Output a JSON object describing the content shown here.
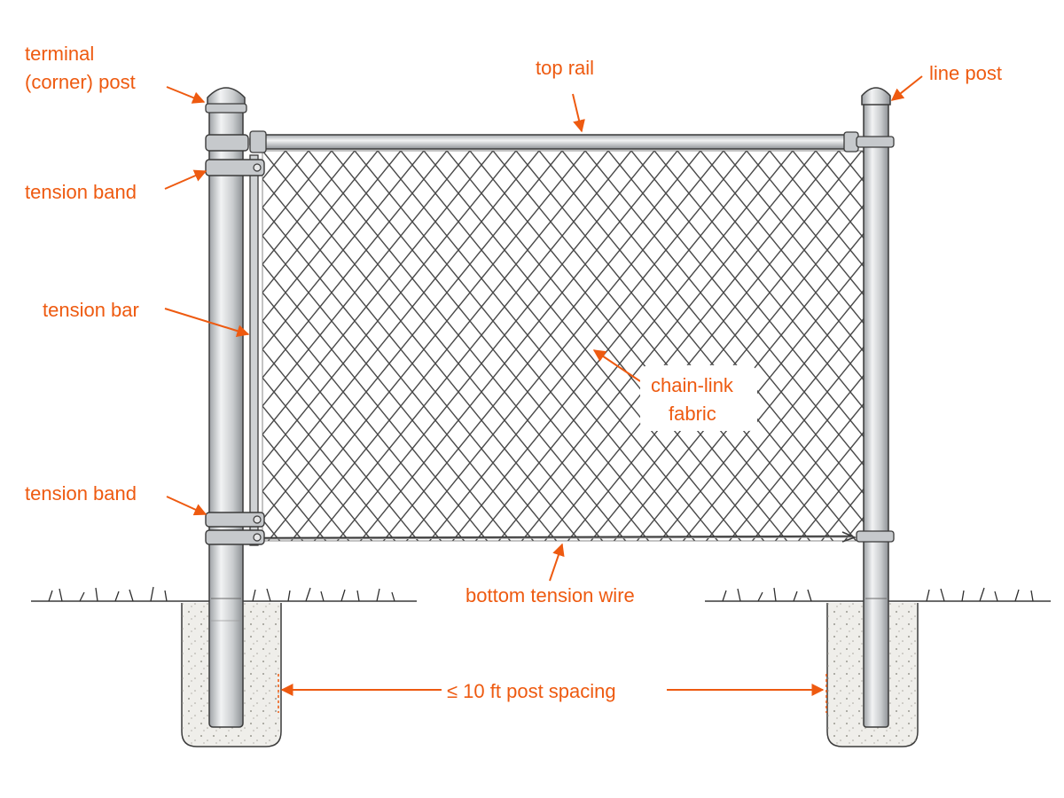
{
  "labels": {
    "terminal_post_line1": "terminal",
    "terminal_post_line2": "(corner) post",
    "top_rail": "top rail",
    "line_post": "line post",
    "tension_band_top": "tension band",
    "tension_bar": "tension bar",
    "fabric_line1": "chain-link",
    "fabric_line2": "fabric",
    "tension_band_bottom": "tension band",
    "bottom_tension_wire": "bottom tension wire",
    "post_spacing": "≤ 10 ft post spacing"
  },
  "colors": {
    "annotation": "#ee5a10",
    "metal_outline": "#3a3a3a",
    "metal_fill": "#d4d6d8",
    "fabric": "#4a4a4a",
    "concrete": "#efeeea"
  }
}
